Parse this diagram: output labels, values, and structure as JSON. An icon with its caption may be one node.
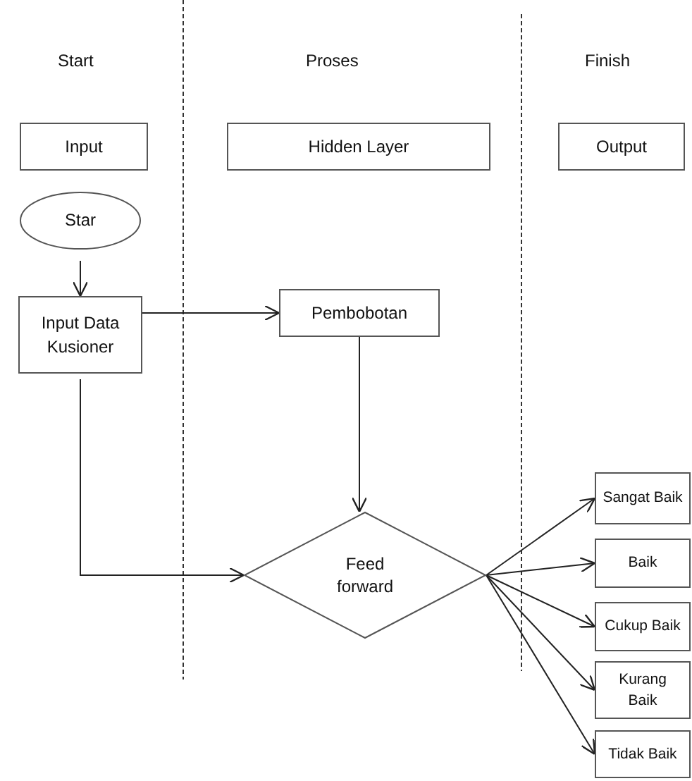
{
  "diagram": {
    "nodes": [
      {
        "text": [
          "Input"
        ]
      },
      {
        "text": [
          "Hidden Layer"
        ]
      },
      {
        "text": [
          "Output"
        ]
      },
      {
        "text": [
          "Star"
        ]
      },
      {
        "text": [
          "Input Data Kusioner"
        ]
      },
      {
        "text": [
          "Pembobotan"
        ]
      },
      {
        "text": [
          "Feed forward"
        ]
      },
      {
        "text": [
          "Sangat Baik"
        ]
      },
      {
        "text": [
          "Baik"
        ]
      },
      {
        "text": [
          "Cukup Baik"
        ]
      },
      {
        "text": [
          "Kurang Baik"
        ]
      },
      {
        "text": [
          "Tidak Baik"
        ]
      }
    ],
    "edges": [
      {
        "from": 3,
        "to": 4,
        "arrow": "to"
      },
      {
        "from": 4,
        "to": 5,
        "arrow": "to"
      },
      {
        "from": 5,
        "to": 6,
        "arrow": "to"
      },
      {
        "from": 4,
        "to": 6,
        "arrow": "to"
      },
      {
        "from": 6,
        "to": 7,
        "arrow": "to"
      },
      {
        "from": 6,
        "to": 8,
        "arrow": "to"
      },
      {
        "from": 6,
        "to": 9,
        "arrow": "to"
      },
      {
        "from": 6,
        "to": 10,
        "arrow": "to"
      },
      {
        "from": 6,
        "to": 11,
        "arrow": "to"
      }
    ],
    "labels": [
      "Start",
      "Proses",
      "Finish"
    ]
  }
}
